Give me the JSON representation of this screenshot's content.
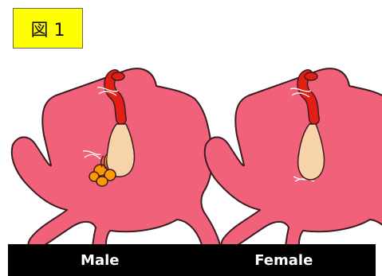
{
  "figure_label": "図 1",
  "labels": {
    "left": "Male",
    "right": "Female"
  },
  "colors": {
    "badge_bg": "#ffff00",
    "body": "#f2617a",
    "body_outline": "#3a1d22",
    "intestine": "#e31e14",
    "organ": "#f6d3a8",
    "testes": "#ff9800",
    "label_bar": "#000000"
  }
}
